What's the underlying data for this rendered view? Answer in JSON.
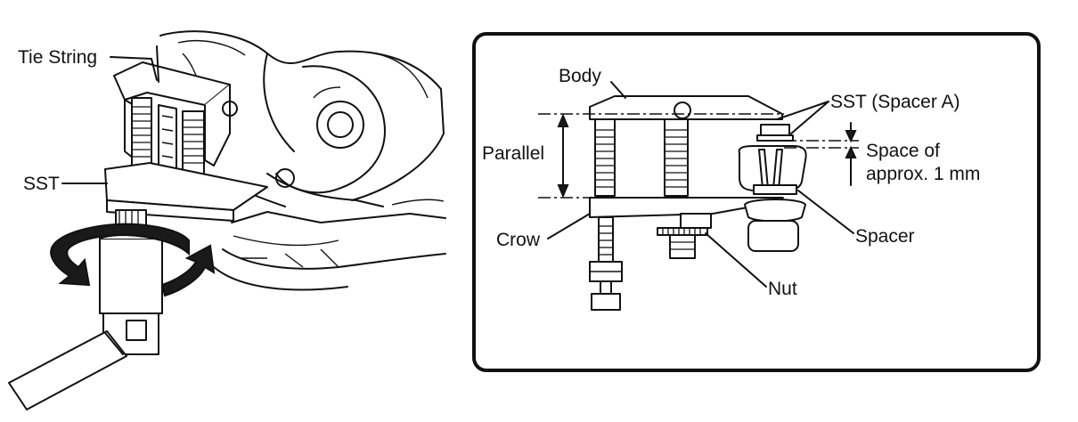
{
  "left_figure": {
    "labels": {
      "tie_string": "Tie String",
      "sst": "SST"
    }
  },
  "right_figure": {
    "labels": {
      "body": "Body",
      "sst_spacer_a": "SST (Spacer A)",
      "parallel": "Parallel",
      "space_line1": "Space of",
      "space_line2": "approx. 1 mm",
      "crow": "Crow",
      "spacer": "Spacer",
      "nut": "Nut"
    }
  },
  "colors": {
    "line": "#111111",
    "background": "#ffffff",
    "arrow_fill": "#1a1a1a"
  }
}
